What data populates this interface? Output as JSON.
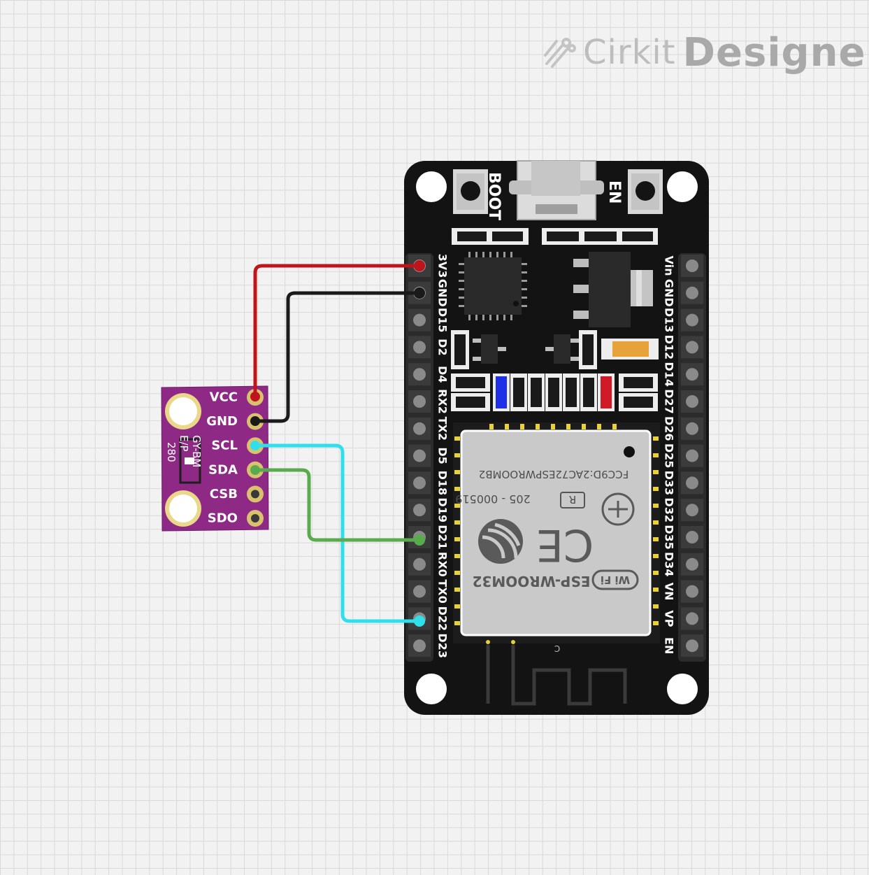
{
  "brand": {
    "name": "Cirkit",
    "suffix": "Designer",
    "logo_icon": "cirkit-wires-icon"
  },
  "sensor": {
    "pins": [
      "VCC",
      "GND",
      "SCL",
      "SDA",
      "CSB",
      "SDO"
    ],
    "silk_lines": [
      "GY-BM",
      "E/P",
      "280"
    ],
    "color": "#8e2a86"
  },
  "esp32": {
    "left_pins": [
      "3V3",
      "GND",
      "D15",
      "D2",
      "D4",
      "RX2",
      "TX2",
      "D5",
      "D18",
      "D19",
      "D21",
      "RX0",
      "TX0",
      "D22",
      "D23"
    ],
    "right_pins": [
      "Vin",
      "GND",
      "D13",
      "D12",
      "D14",
      "D27",
      "D26",
      "D25",
      "D33",
      "D32",
      "D35",
      "D34",
      "VN",
      "VP",
      "EN"
    ],
    "boot_label": "BOOT",
    "en_label": "EN",
    "module": {
      "fcc_line": "FCC9D:2AC72ESPWROOMB2",
      "cert_line": "205 - 000519",
      "r_mark": "R",
      "ce_mark": "CE",
      "wifi_logo": "Wi Fi",
      "model": "ESP-WROOM32",
      "antenna_mark": "C"
    }
  },
  "wires": [
    {
      "from": "VCC",
      "to": "3V3",
      "color": "#c0141c"
    },
    {
      "from": "GND",
      "to": "GND",
      "color": "#1a1a1a"
    },
    {
      "from": "SCL",
      "to": "D22",
      "color": "#2fe0ec"
    },
    {
      "from": "SDA",
      "to": "D21",
      "color": "#5aaa4e"
    }
  ]
}
